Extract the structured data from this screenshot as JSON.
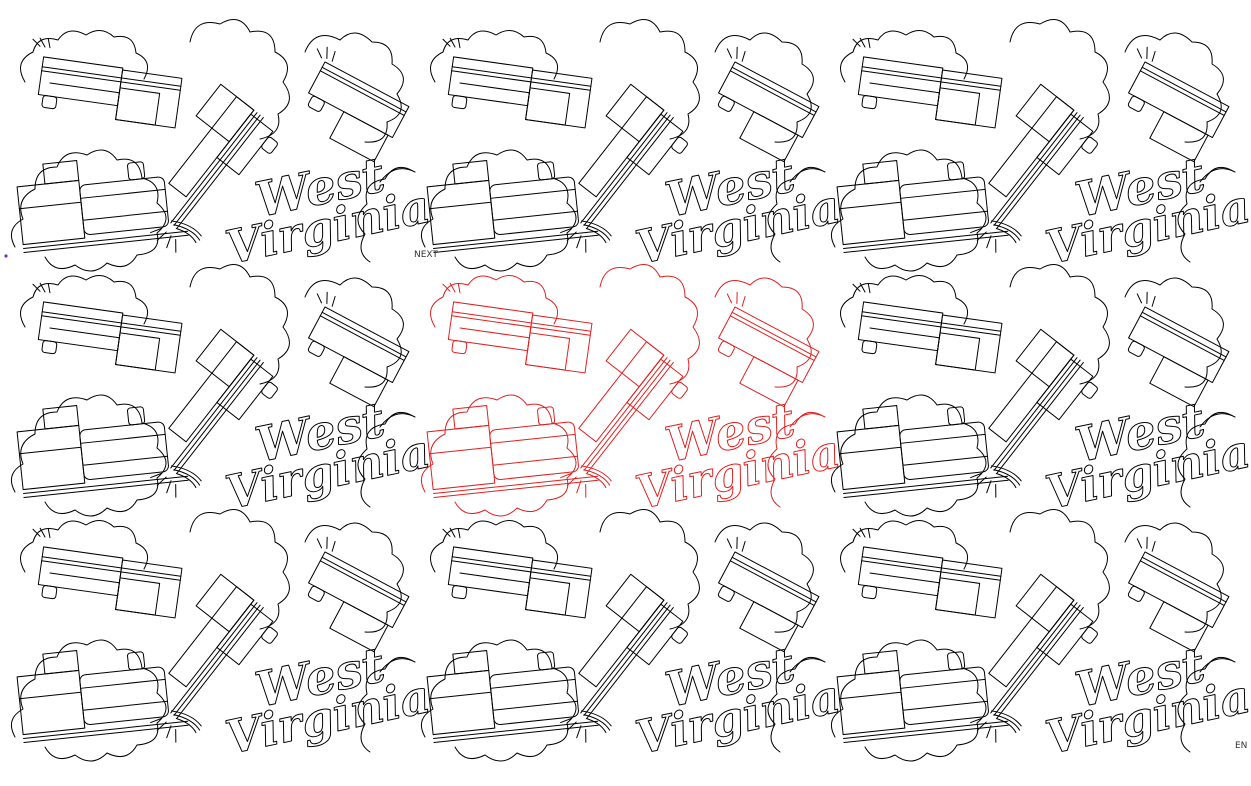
{
  "design": {
    "text_line_1": "West",
    "text_line_2": "Virginia"
  },
  "markers": {
    "next_label": "NEXT",
    "end_label": "EN"
  },
  "layout": {
    "columns": 3,
    "rows": 3,
    "highlighted_tile": {
      "row": 1,
      "col": 1
    }
  },
  "colors": {
    "line": "#000000",
    "highlight": "#e02020",
    "marker_text": "#333333",
    "origin_marker": "#7a2fb5",
    "background": "#ffffff"
  },
  "icons": [
    "locomotive-icon",
    "steam-cloud-icon",
    "caboose-icon"
  ]
}
